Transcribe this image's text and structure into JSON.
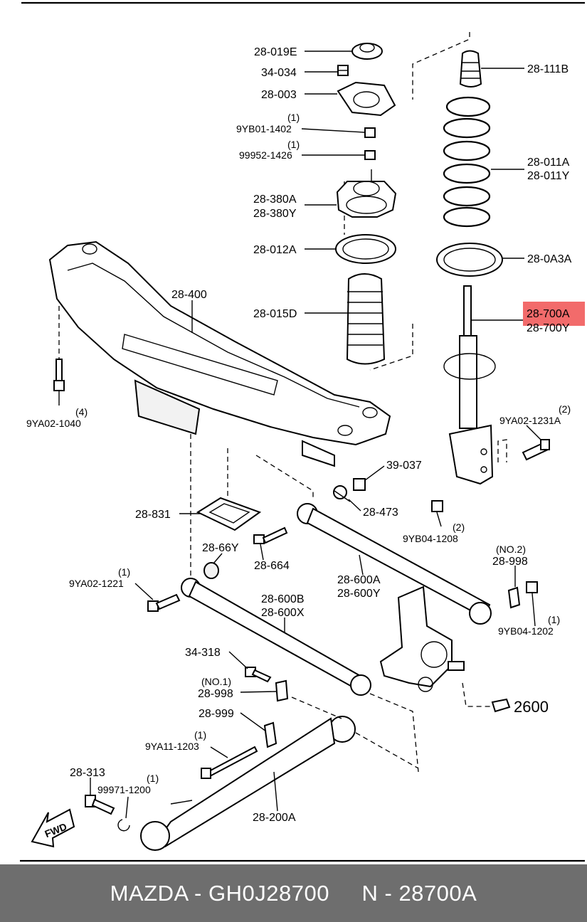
{
  "labels": {
    "p28_019E": "28-019E",
    "p34_034": "34-034",
    "p28_003": "28-003",
    "p9YB01_1402_qty": "(1)",
    "p9YB01_1402": "9YB01-1402",
    "p99952_1426_qty": "(1)",
    "p99952_1426": "99952-1426",
    "p28_380A": "28-380A",
    "p28_380Y": "28-380Y",
    "p28_012A": "28-012A",
    "p28_015D": "28-015D",
    "p28_111B": "28-111B",
    "p28_011A": "28-011A",
    "p28_011Y": "28-011Y",
    "p28_0A3A": "28-0A3A",
    "p28_700A": "28-700A",
    "p28_700Y": "28-700Y",
    "p28_400": "28-400",
    "p9YA02_1040_qty": "(4)",
    "p9YA02_1040": "9YA02-1040",
    "p9YA02_1231A_qty": "(2)",
    "p9YA02_1231A": "9YA02-1231A",
    "p39_037": "39-037",
    "p28_473": "28-473",
    "p9YB04_1208_qty": "(2)",
    "p9YB04_1208": "9YB04-1208",
    "p28_831": "28-831",
    "p28_66Y": "28-66Y",
    "p28_664": "28-664",
    "p28_600A": "28-600A",
    "p28_600Y": "28-600Y",
    "p28_998_no2": "(NO.2)",
    "p28_998_top": "28-998",
    "p9YA02_1221_qty": "(1)",
    "p9YA02_1221": "9YA02-1221",
    "p28_600B": "28-600B",
    "p28_600X": "28-600X",
    "p9YB04_1202_qty": "(1)",
    "p9YB04_1202": "9YB04-1202",
    "p34_318": "34-318",
    "p28_998_no1": "(NO.1)",
    "p28_998_bottom": "28-998",
    "p2600": "2600",
    "p28_999": "28-999",
    "p9YA11_1203_qty": "(1)",
    "p9YA11_1203": "9YA11-1203",
    "p28_313": "28-313",
    "p99971_1200_qty": "(1)",
    "p99971_1200": "99971-1200",
    "p28_200A": "28-200A",
    "fwd": "FWD"
  },
  "highlight_color": "#f26b6b",
  "footer": {
    "text": "MAZDA - GH0J28700     N - 28700A"
  }
}
